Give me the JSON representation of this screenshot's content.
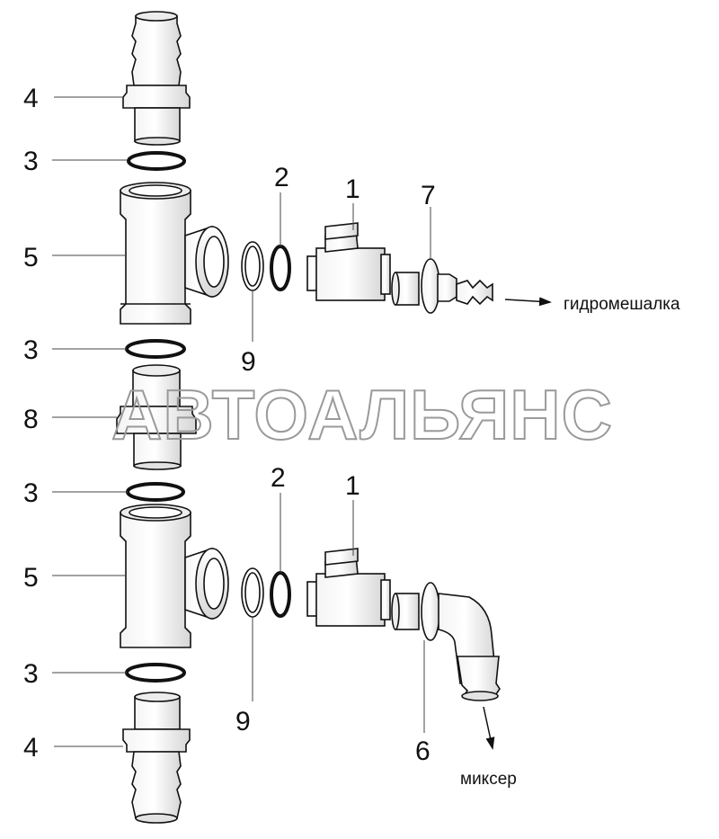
{
  "watermark": "АВТОАЛЬЯНС",
  "callouts": {
    "top_4": "4",
    "top_3a": "3",
    "top_5": "5",
    "top_3b": "3",
    "top_9": "9",
    "top_2": "2",
    "top_1": "1",
    "top_7": "7",
    "mid_8": "8",
    "bot_3a": "3",
    "bot_5": "5",
    "bot_3b": "3",
    "bot_9": "9",
    "bot_2": "2",
    "bot_1": "1",
    "bot_6": "6",
    "bot_4": "4"
  },
  "flows": {
    "upper": "гидромешалка",
    "lower": "миксер"
  }
}
